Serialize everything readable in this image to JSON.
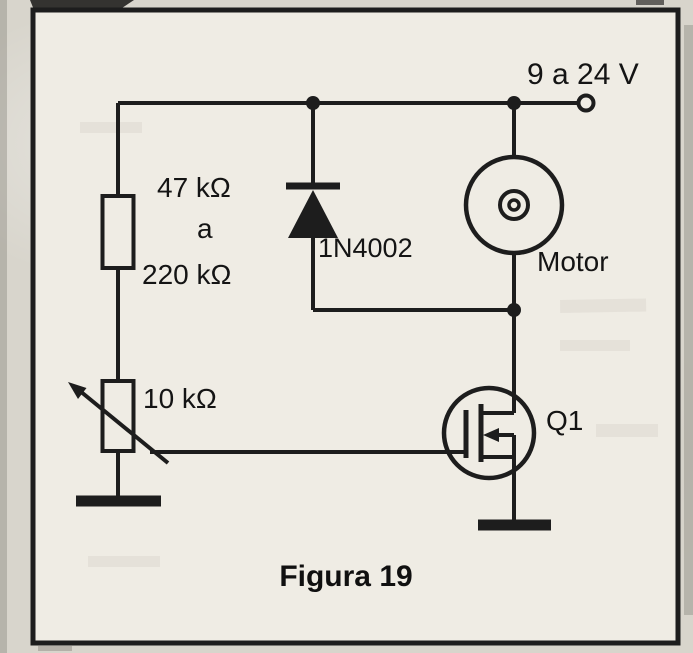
{
  "figure": {
    "caption": "Figura 19"
  },
  "labels": {
    "supply": "9 a 24 V",
    "resistor_value_top": "47 kΩ",
    "resistor_value_mid": "a",
    "resistor_value_bottom": "220 kΩ",
    "potentiometer_value": "10 kΩ",
    "diode_part": "1N4002",
    "motor": "Motor",
    "transistor": "Q1"
  },
  "colors": {
    "ink": "#1d1d1d",
    "paper_inner": "#efece4",
    "paper_outer": "#d8d5cc"
  }
}
